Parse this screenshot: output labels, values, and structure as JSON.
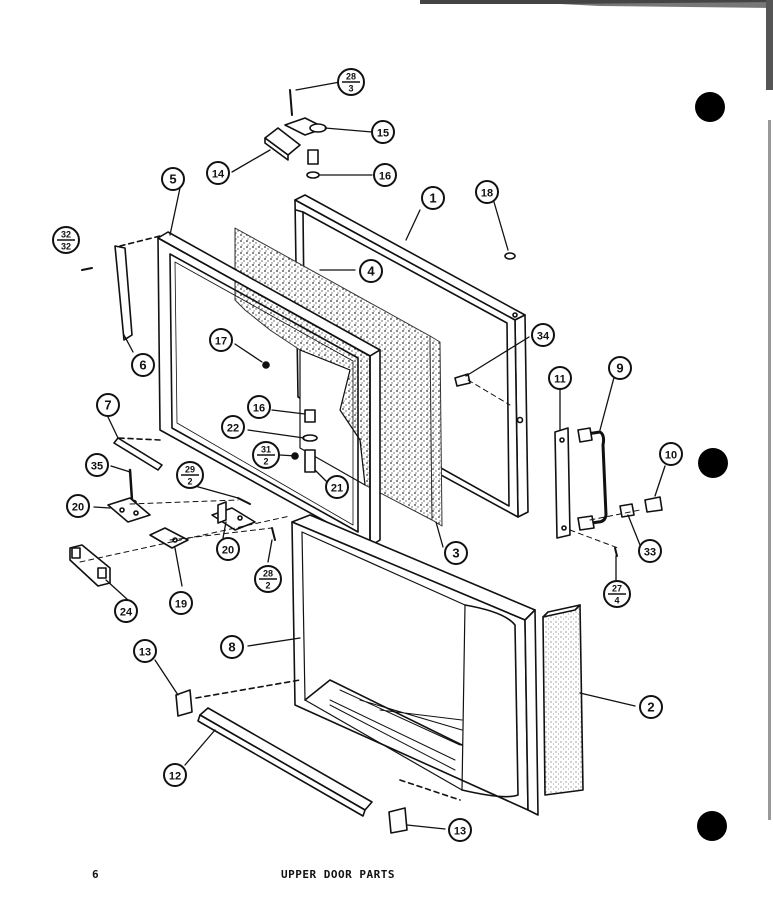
{
  "page": {
    "number": "6",
    "title": "UPPER DOOR PARTS"
  },
  "callouts": [
    {
      "id": "c1",
      "label": "1"
    },
    {
      "id": "c2",
      "label": "2"
    },
    {
      "id": "c3",
      "label": "3"
    },
    {
      "id": "c4",
      "label": "4"
    },
    {
      "id": "c5",
      "label": "5"
    },
    {
      "id": "c6",
      "label": "6"
    },
    {
      "id": "c7",
      "label": "7"
    },
    {
      "id": "c8",
      "label": "8"
    },
    {
      "id": "c9",
      "label": "9"
    },
    {
      "id": "c10",
      "label": "10"
    },
    {
      "id": "c11",
      "label": "11"
    },
    {
      "id": "c12",
      "label": "12"
    },
    {
      "id": "c13a",
      "label": "13"
    },
    {
      "id": "c13b",
      "label": "13"
    },
    {
      "id": "c14",
      "label": "14"
    },
    {
      "id": "c15",
      "label": "15"
    },
    {
      "id": "c16a",
      "label": "16"
    },
    {
      "id": "c16b",
      "label": "16"
    },
    {
      "id": "c17",
      "label": "17"
    },
    {
      "id": "c18",
      "label": "18"
    },
    {
      "id": "c19",
      "label": "19"
    },
    {
      "id": "c20a",
      "label": "20"
    },
    {
      "id": "c20b",
      "label": "20"
    },
    {
      "id": "c21",
      "label": "21"
    },
    {
      "id": "c22",
      "label": "22"
    },
    {
      "id": "c24",
      "label": "24"
    },
    {
      "id": "c33",
      "label": "33"
    },
    {
      "id": "c34",
      "label": "34"
    },
    {
      "id": "c35",
      "label": "35"
    }
  ],
  "fraction_callouts": [
    {
      "id": "f28_3",
      "num": "28",
      "den": "3"
    },
    {
      "id": "f32_32",
      "num": "32",
      "den": "32"
    },
    {
      "id": "f31_2",
      "num": "31",
      "den": "2"
    },
    {
      "id": "f29_2",
      "num": "29",
      "den": "2"
    },
    {
      "id": "f28_2",
      "num": "28",
      "den": "2"
    },
    {
      "id": "f27_4",
      "num": "27",
      "den": "4"
    }
  ]
}
